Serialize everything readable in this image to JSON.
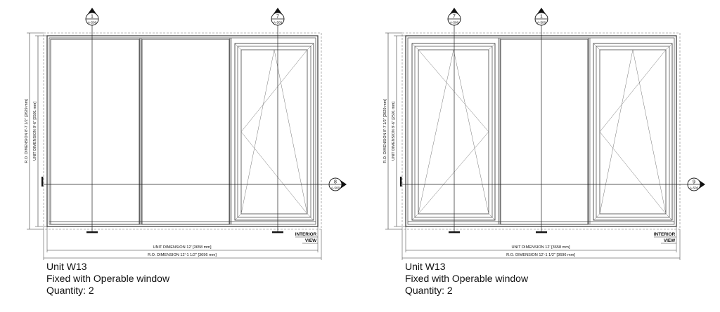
{
  "drawings": [
    {
      "unit_dimension_height": "UNIT DIMENSION 8'-6\" [2591 mm]",
      "ro_dimension_height": "R.O. DIMENSION 8'-7 1/2\" [2629 mm]",
      "unit_dimension_width": "UNIT DIMENSION 12' [3658 mm]",
      "ro_dimension_width": "R.O. DIMENSION 12'-1 1/2\" [3696 mm]",
      "view_label_line1": "INTERIOR",
      "view_label_line2": "VIEW",
      "section_marks": [
        {
          "number": "1",
          "sheet": "A-500"
        },
        {
          "number": "7",
          "sheet": "A-500"
        }
      ],
      "side_mark": {
        "number": "8",
        "sheet": "A-500"
      },
      "panels": [
        "fixed",
        "fixed",
        "operable"
      ],
      "caption": {
        "unit": "Unit W13",
        "type": "Fixed with Operable window",
        "quantity": "Quantity: 2"
      }
    },
    {
      "unit_dimension_height": "UNIT DIMENSION 8'-6\" [2591 mm]",
      "ro_dimension_height": "R.O. DIMENSION 8'-7 1/2\" [2629 mm]",
      "unit_dimension_width": "UNIT DIMENSION 12' [3658 mm]",
      "ro_dimension_width": "R.O. DIMENSION 12'-1 1/2\" [3696 mm]",
      "view_label_line1": "INTERIOR",
      "view_label_line2": "VIEW",
      "section_marks": [
        {
          "number": "7",
          "sheet": "A-500"
        },
        {
          "number": "1",
          "sheet": "A-500"
        }
      ],
      "side_mark": {
        "number": "9",
        "sheet": "A-500"
      },
      "panels": [
        "operable",
        "fixed",
        "operable"
      ],
      "caption": {
        "unit": "Unit W13",
        "type": "Fixed with Operable window",
        "quantity": "Quantity: 2"
      }
    }
  ],
  "colors": {
    "line": "#444444",
    "thin": "#777777",
    "text": "#111111"
  }
}
